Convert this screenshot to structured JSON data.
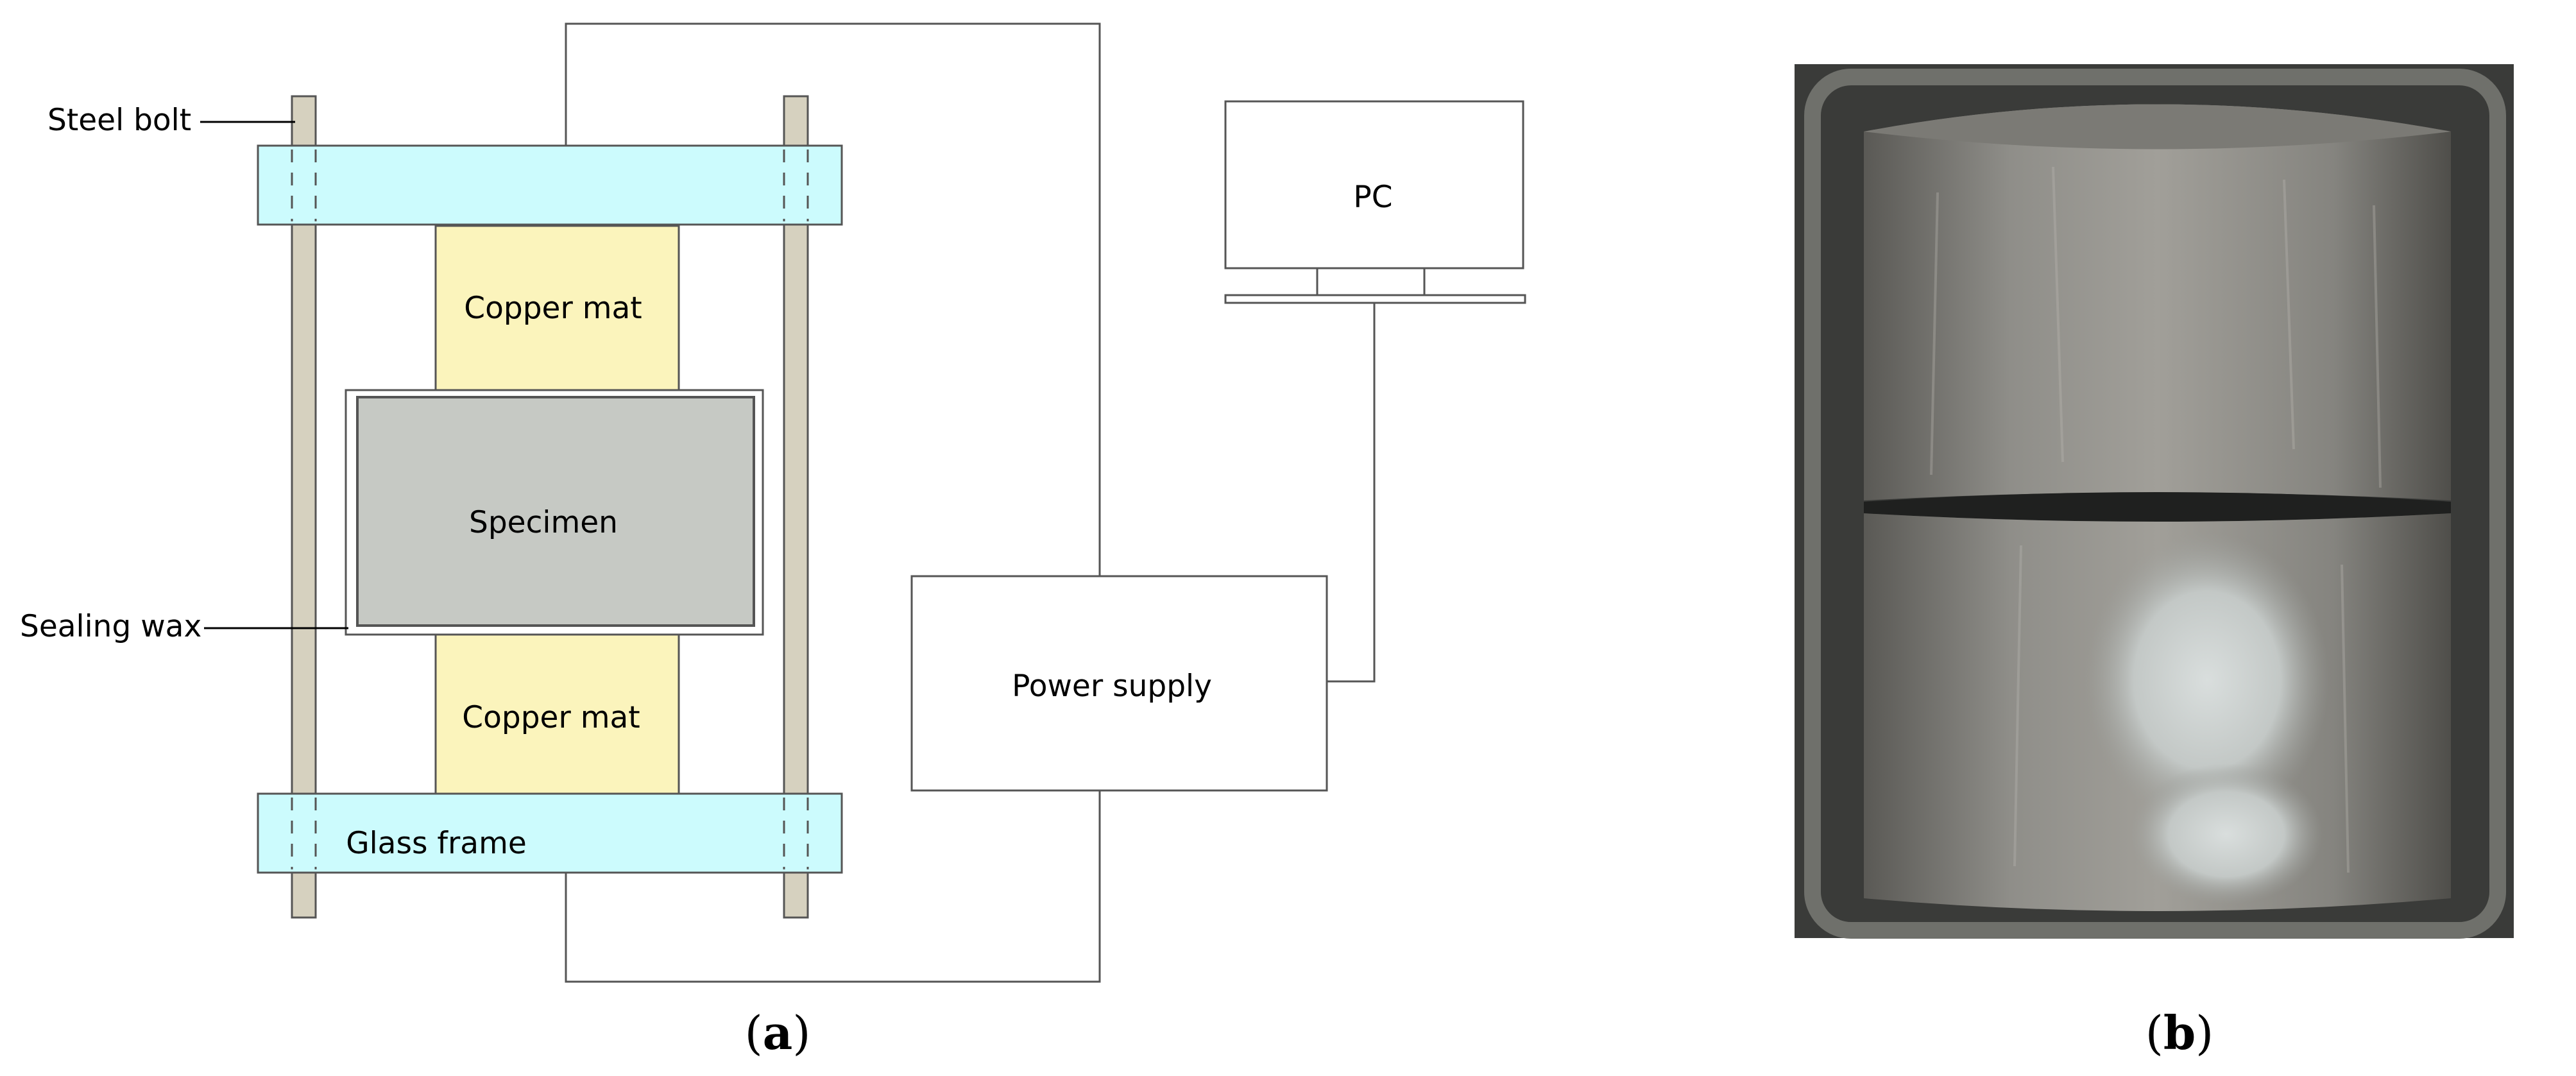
{
  "panel_a": {
    "labels": {
      "steel_bolt": "Steel bolt",
      "copper_mat_top": "Copper mat",
      "specimen": "Specimen",
      "sealing_wax": "Sealing wax",
      "copper_mat_bottom": "Copper mat",
      "glass_frame": "Glass frame",
      "pc": "PC",
      "power_supply": "Power supply"
    },
    "caption": {
      "open": "(",
      "letter": "a",
      "close": ")"
    }
  },
  "panel_b": {
    "caption": {
      "open": "(",
      "letter": "b",
      "close": ")"
    }
  },
  "colors": {
    "glass": "#ccfbfd",
    "copper": "#fbf4bc",
    "specimen": "#c6c9c4",
    "bolt": "#d6d1bf",
    "line": "#555555",
    "photo_bg": "#3a3b39",
    "concrete": "#8d8c88"
  }
}
